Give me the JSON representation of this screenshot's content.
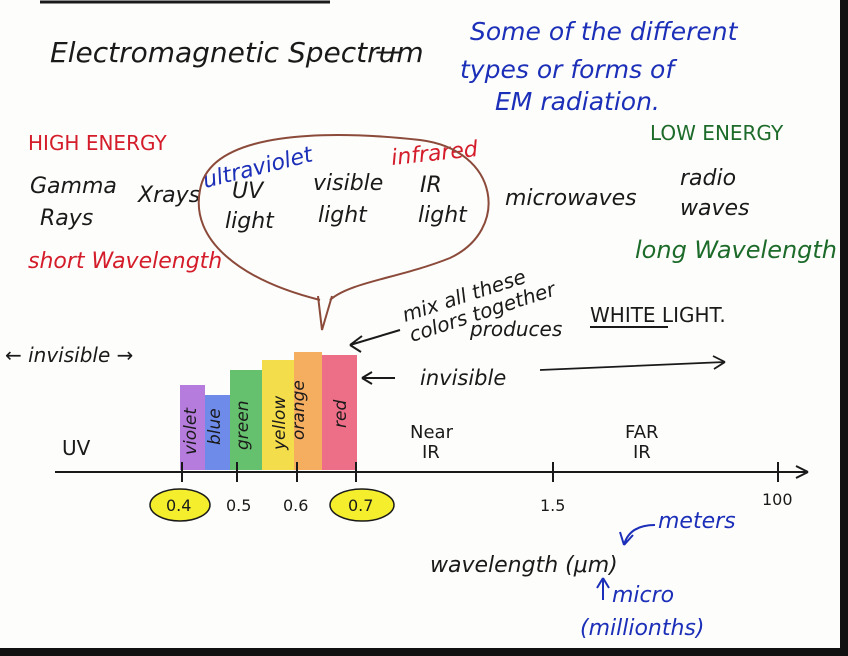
{
  "title": "Electromagnetic Spectrum",
  "dash": "—",
  "subtitle_lines": [
    "Some of the different",
    "types or forms of",
    "EM radiation."
  ],
  "high_energy": "HIGH ENERGY",
  "low_energy": "LOW ENERGY",
  "short_wavelength": "short Wavelength",
  "long_wavelength": "long Wavelength",
  "types": {
    "gamma": [
      "Gamma",
      "Rays"
    ],
    "xrays": "Xrays",
    "ultraviolet": "ultraviolet",
    "uv": [
      "UV",
      "light"
    ],
    "visible": [
      "visible",
      "light"
    ],
    "infrared": "infrared",
    "ir": [
      "IR",
      "light"
    ],
    "microwaves": "microwaves",
    "radio": [
      "radio",
      "waves"
    ]
  },
  "mix_note": [
    "mix all these",
    "colors together",
    "produces"
  ],
  "white_light": "WHITE LIGHT.",
  "invisible_left": "← invisible →",
  "invisible_right": "invisible",
  "band_labels": [
    "violet",
    "blue",
    "green",
    "yellow",
    "orange",
    "red"
  ],
  "region_uv": "UV",
  "region_near_ir": [
    "Near",
    "IR"
  ],
  "region_far_ir": [
    "FAR",
    "IR"
  ],
  "ticks": [
    "0.4",
    "0.5",
    "0.6",
    "0.7",
    "1.5",
    "100"
  ],
  "axis_label": "wavelength (μm)",
  "meters": "meters",
  "micro": [
    "micro",
    "(millionths)"
  ],
  "colors": {
    "ink": "#1a1a1a",
    "blue_ink": "#1c2fb8",
    "red_ink": "#d41c2a",
    "green_ink": "#1d6b2a",
    "brown": "#8b4a3a",
    "highlight": "#f4ee2c",
    "violet": "#a35bd6",
    "blue": "#4b6ee6",
    "green": "#3fb24a",
    "yellow": "#f2d72a",
    "orange": "#f29a3a",
    "red": "#e84a6a"
  }
}
